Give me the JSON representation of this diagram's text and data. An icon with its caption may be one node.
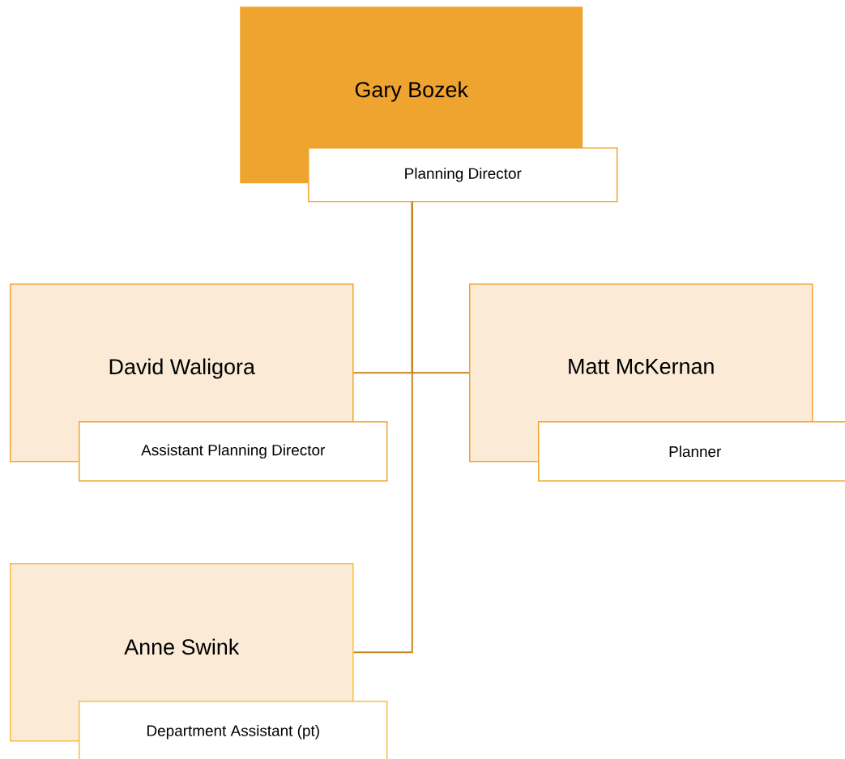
{
  "diagram": {
    "nodes": [
      {
        "text": [
          "Gary Bozek"
        ]
      },
      {
        "text": [
          "Planning Director"
        ]
      },
      {
        "text": [
          "David Waligora"
        ]
      },
      {
        "text": [
          "Assistant Planning Director"
        ]
      },
      {
        "text": [
          "Matt McKernan"
        ]
      },
      {
        "text": [
          "Planner"
        ]
      },
      {
        "text": [
          "Anne Swink"
        ]
      },
      {
        "text": [
          "Department Assistant (pt)"
        ]
      }
    ],
    "edges": [
      {
        "from": 1,
        "to": 2,
        "arrow": "none"
      },
      {
        "from": 1,
        "to": 4,
        "arrow": "none"
      },
      {
        "from": 1,
        "to": 6,
        "arrow": "none"
      }
    ]
  }
}
